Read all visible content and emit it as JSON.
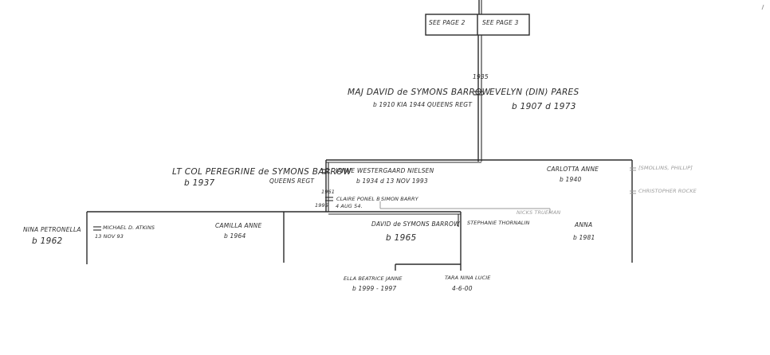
{
  "header": {
    "see_page_2": "SEE PAGE 2",
    "see_page_3": "SEE PAGE 3"
  },
  "gen1": {
    "marriage_year": "1935",
    "husband_name": "MAJ DAVID de SYMONS BARROW",
    "husband_dates": "b 1910  KIA 1944 QUEENS REGT",
    "wife_name": "EVELYN (DIN) PARES",
    "wife_dates": "b 1907  d 1973"
  },
  "gen2": {
    "peregrine_name": "LT COL PEREGRINE de SYMONS BARROW",
    "peregrine_birth": "b 1937",
    "peregrine_regt": "QUEENS REGT",
    "janne_name": "JANNE WESTERGAARD NIELSEN",
    "janne_dates": "b 1934  d 13 NOV 1993",
    "marriage_1961": "1961",
    "marriage_1995": "1995",
    "claire_name": "CLAIRE PONEL B",
    "claire_date": "4 AUG 54.",
    "simon_barry": "SIMON BARRY",
    "carlotta_name": "CARLOTTA ANNE",
    "carlotta_birth": "b 1940",
    "carlotta_spouse1": "[SMOLLINS, PHILLIP]",
    "carlotta_spouse2": "CHRISTOPHER ROCKE"
  },
  "gen3": {
    "nina_name": "NINA PETRONELLA",
    "nina_birth": "b 1962",
    "michael_name": "MICHAEL D. ATKINS",
    "nina_marriage": "13 NOV 93",
    "camilla_name": "CAMILLA ANNE",
    "camilla_birth": "b 1964",
    "david_name": "DAVID de SYMONS BARROW",
    "david_birth": "b 1965",
    "stephanie_name": "STEPHANIE THORNALIN",
    "nicks_trueman": "NICKS TRUEMAN",
    "anna_name": "ANNA",
    "anna_birth": "b 1981"
  },
  "gen4": {
    "ella_name": "ELLA BEATRICE JANNE",
    "ella_birth": "b 1999 - 1997",
    "tara_name": "TARA NINA LUCIE",
    "tara_birth": "4-6-00"
  }
}
